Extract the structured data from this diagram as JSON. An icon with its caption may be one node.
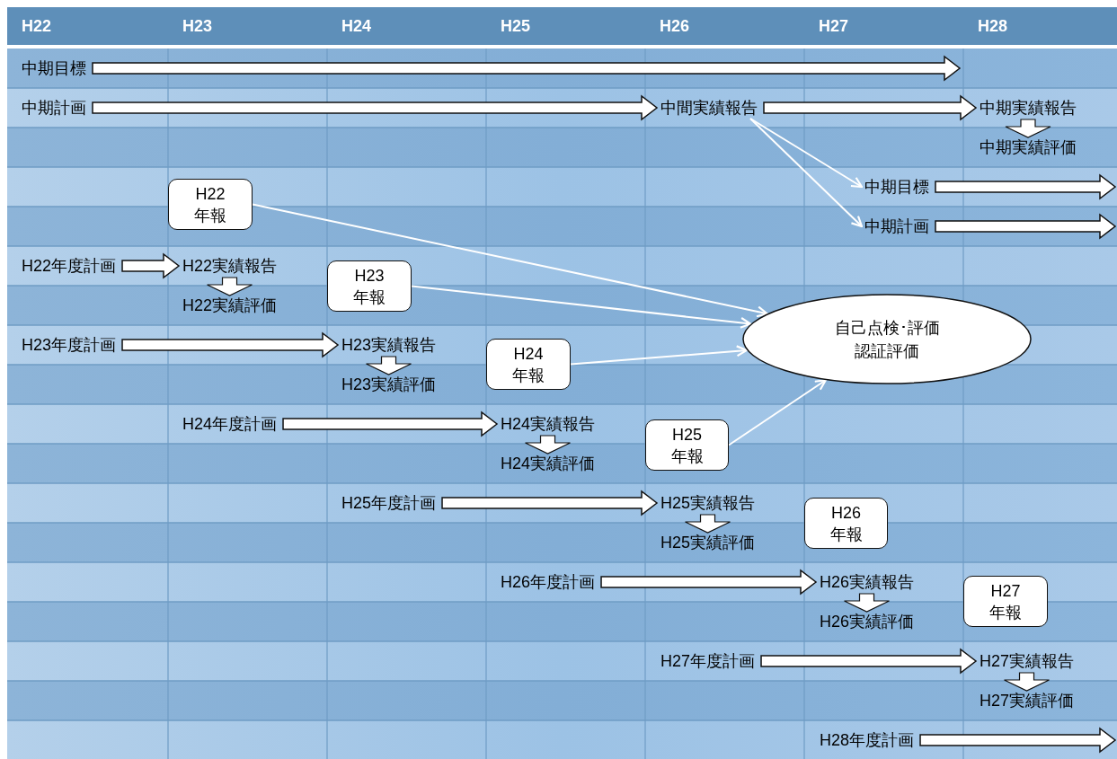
{
  "diagram": {
    "nodes": [
      {
        "text": [
          "中期目標"
        ]
      },
      {
        "text": [
          "中期計画"
        ]
      },
      {
        "text": [
          "中間実績報告"
        ]
      },
      {
        "text": [
          "中期実績報告"
        ]
      },
      {
        "text": [
          "中期実績評価"
        ]
      },
      {
        "text": [
          "中期目標"
        ]
      },
      {
        "text": [
          "中期計画"
        ]
      },
      {
        "text": [
          "H22 年報"
        ]
      },
      {
        "text": [
          "H22年度計画"
        ]
      },
      {
        "text": [
          "H22実績報告"
        ]
      },
      {
        "text": [
          "H22実績評価"
        ]
      },
      {
        "text": [
          "H23 年報"
        ]
      },
      {
        "text": [
          "H23年度計画"
        ]
      },
      {
        "text": [
          "H23実績報告"
        ]
      },
      {
        "text": [
          "H23実績評価"
        ]
      },
      {
        "text": [
          "H24 年報"
        ]
      },
      {
        "text": [
          "自己点検･評価",
          "認証評価"
        ]
      },
      {
        "text": [
          "H24年度計画"
        ]
      },
      {
        "text": [
          "H24実績報告"
        ]
      },
      {
        "text": [
          "H24実績評価"
        ]
      },
      {
        "text": [
          "H25 年報"
        ]
      },
      {
        "text": [
          "H25年度計画"
        ]
      },
      {
        "text": [
          "H25実績報告"
        ]
      },
      {
        "text": [
          "H25実績評価"
        ]
      },
      {
        "text": [
          "H26 年報"
        ]
      },
      {
        "text": [
          "H26年度計画"
        ]
      },
      {
        "text": [
          "H26実績報告"
        ]
      },
      {
        "text": [
          "H26実績評価"
        ]
      },
      {
        "text": [
          "H27 年報"
        ]
      },
      {
        "text": [
          "H27年度計画"
        ]
      },
      {
        "text": [
          "H27実績報告"
        ]
      },
      {
        "text": [
          "H27実績評価"
        ]
      },
      {
        "text": [
          "H28年度計画"
        ]
      }
    ],
    "edges": [
      {
        "from": 0,
        "to": null,
        "arrow": "to",
        "style": "thick"
      },
      {
        "from": 1,
        "to": 2,
        "arrow": "to",
        "style": "thick"
      },
      {
        "from": 2,
        "to": 3,
        "arrow": "to",
        "style": "thick"
      },
      {
        "from": 3,
        "to": 4,
        "arrow": "to",
        "style": "thick"
      },
      {
        "from": 2,
        "to": 5,
        "arrow": "to",
        "color": "#ffffff"
      },
      {
        "from": 2,
        "to": 6,
        "arrow": "to",
        "color": "#ffffff"
      },
      {
        "from": 5,
        "to": null,
        "arrow": "to",
        "style": "thick"
      },
      {
        "from": 6,
        "to": null,
        "arrow": "to",
        "style": "thick"
      },
      {
        "from": 7,
        "to": 16,
        "arrow": "to",
        "color": "#ffffff"
      },
      {
        "from": 8,
        "to": 9,
        "arrow": "to",
        "style": "thick"
      },
      {
        "from": 9,
        "to": 10,
        "arrow": "to",
        "style": "thick"
      },
      {
        "from": 11,
        "to": 16,
        "arrow": "to",
        "color": "#ffffff"
      },
      {
        "from": 12,
        "to": 13,
        "arrow": "to",
        "style": "thick"
      },
      {
        "from": 13,
        "to": 14,
        "arrow": "to",
        "style": "thick"
      },
      {
        "from": 15,
        "to": 16,
        "arrow": "to",
        "color": "#ffffff"
      },
      {
        "from": 17,
        "to": 18,
        "arrow": "to",
        "style": "thick"
      },
      {
        "from": 18,
        "to": 19,
        "arrow": "to",
        "style": "thick"
      },
      {
        "from": 20,
        "to": 16,
        "arrow": "to",
        "color": "#ffffff"
      },
      {
        "from": 21,
        "to": 22,
        "arrow": "to",
        "style": "thick"
      },
      {
        "from": 22,
        "to": 23,
        "arrow": "to",
        "style": "thick"
      },
      {
        "from": 25,
        "to": 26,
        "arrow": "to",
        "style": "thick"
      },
      {
        "from": 26,
        "to": 27,
        "arrow": "to",
        "style": "thick"
      },
      {
        "from": 29,
        "to": 30,
        "arrow": "to",
        "style": "thick"
      },
      {
        "from": 30,
        "to": 31,
        "arrow": "to",
        "style": "thick"
      },
      {
        "from": 32,
        "to": null,
        "arrow": "to",
        "style": "thick"
      }
    ],
    "labels": [
      "H22",
      "H23",
      "H24",
      "H25",
      "H26",
      "H27",
      "H28"
    ]
  }
}
